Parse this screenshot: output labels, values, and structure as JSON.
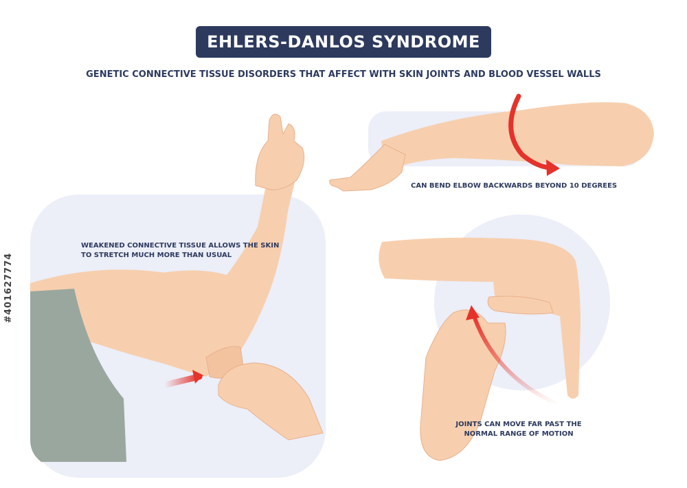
{
  "header": {
    "title": "EHLERS-DANLOS SYNDROME",
    "subtitle": "GENETIC CONNECTIVE TISSUE DISORDERS THAT AFFECT WITH SKIN JOINTS AND BLOOD VESSEL WALLS"
  },
  "panels": {
    "skin": {
      "caption_line1": "WEAKENED CONNECTIVE TISSUE ALLOWS THE SKIN",
      "caption_line2": "TO STRETCH MUCH MORE THAN USUAL"
    },
    "elbow": {
      "caption": "CAN BEND ELBOW BACKWARDS BEYOND 10 DEGREES"
    },
    "joints": {
      "caption_line1": "JOINTS CAN MOVE FAR PAST THE",
      "caption_line2": "NORMAL RANGE OF MOTION"
    }
  },
  "stock_id": "#401627774",
  "colors": {
    "title_bg": "#2d3a5e",
    "text": "#2d3a5e",
    "skin": "#f7cfae",
    "skin_shadow": "#e8b08c",
    "panel_bg": "#eceef8",
    "shirt": "#9aa79f",
    "arrow": "#e5322b"
  }
}
